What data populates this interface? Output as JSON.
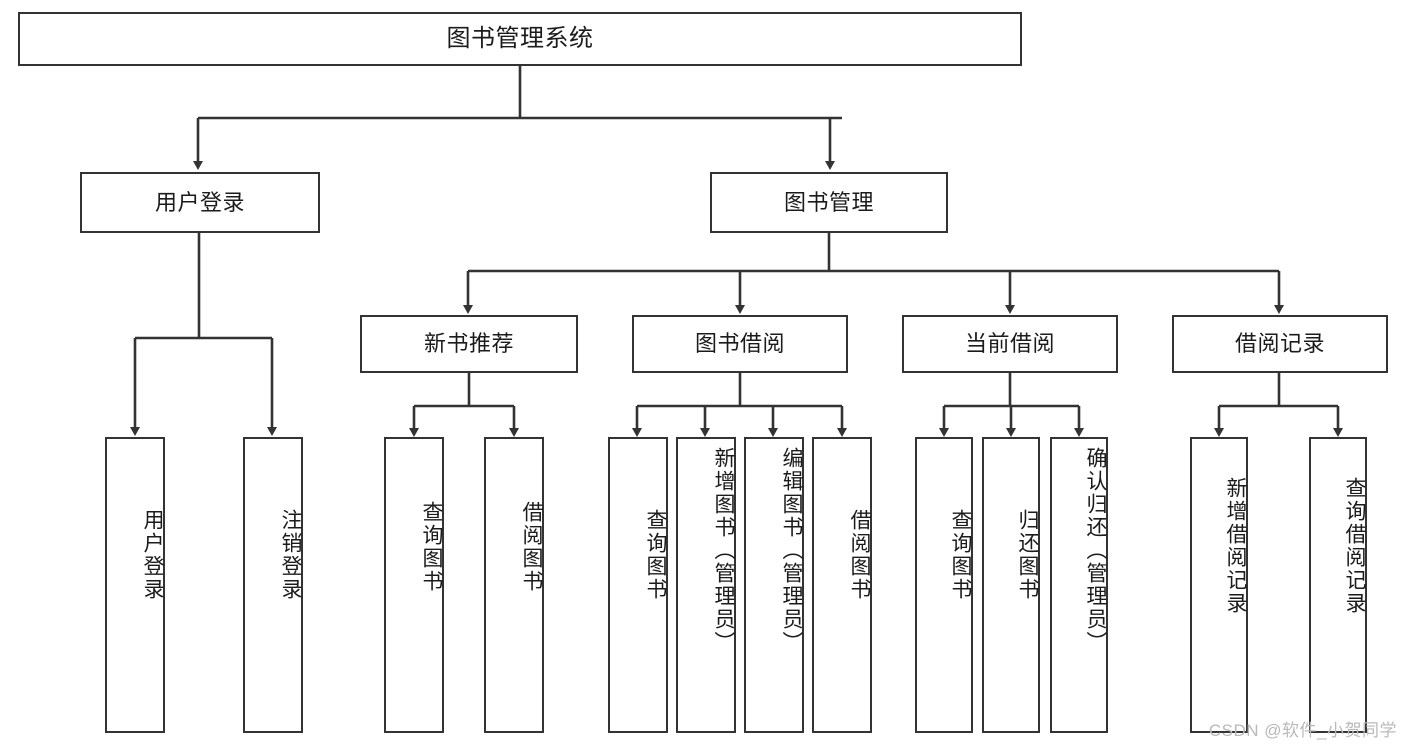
{
  "diagram": {
    "title": "图书管理系统",
    "type": "tree",
    "root": {
      "label": "图书管理系统"
    },
    "level1": [
      {
        "label": "用户登录"
      },
      {
        "label": "图书管理"
      }
    ],
    "level2": [
      {
        "label": "新书推荐",
        "parent": "图书管理"
      },
      {
        "label": "图书借阅",
        "parent": "图书管理"
      },
      {
        "label": "当前借阅",
        "parent": "图书管理"
      },
      {
        "label": "借阅记录",
        "parent": "图书管理"
      }
    ],
    "leaves": {
      "user_login": [
        {
          "label": "用户登录"
        },
        {
          "label": "注销登录"
        }
      ],
      "new_book_recommend": [
        {
          "label": "查询图书"
        },
        {
          "label": "借阅图书"
        }
      ],
      "book_borrow": [
        {
          "label": "查询图书"
        },
        {
          "label": "新增图书（管理员）"
        },
        {
          "label": "编辑图书（管理员）"
        },
        {
          "label": "借阅图书"
        }
      ],
      "current_borrow": [
        {
          "label": "查询图书"
        },
        {
          "label": "归还图书"
        },
        {
          "label": "确认归还（管理员）"
        }
      ],
      "borrow_records": [
        {
          "label": "新增借阅记录"
        },
        {
          "label": "查询借阅记录"
        }
      ]
    }
  },
  "watermark": {
    "text": "CSDN @软件_小贺同学"
  },
  "colors": {
    "stroke": "#333333",
    "box_fill": "#ffffff",
    "text": "#1b1b1b",
    "watermark": "#b9b9b9"
  }
}
